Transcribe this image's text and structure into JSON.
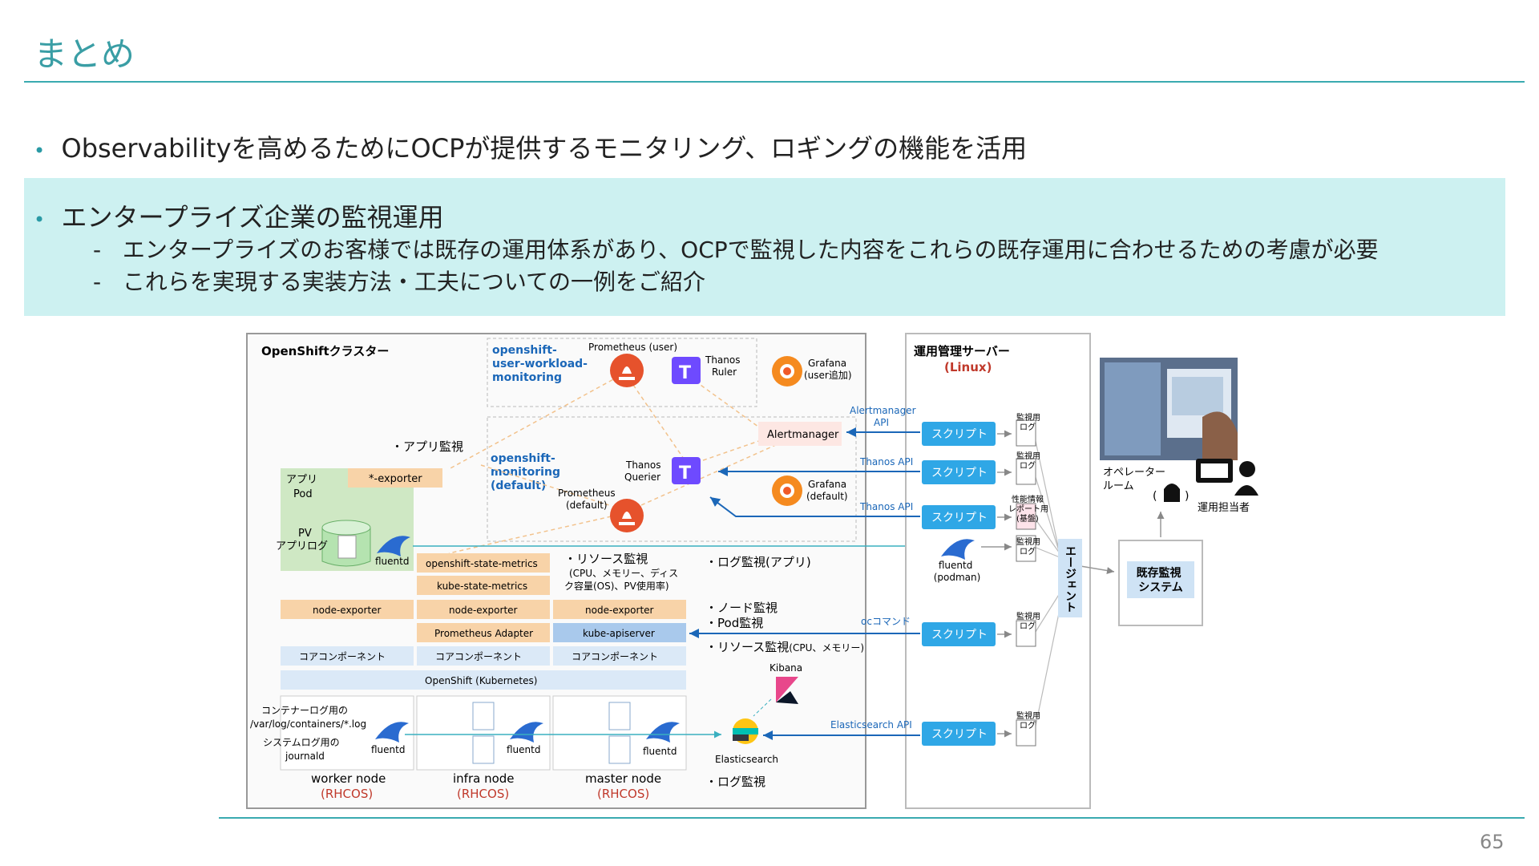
{
  "page": {
    "title": "まとめ",
    "page_number": "65"
  },
  "bullets": {
    "b1": "Observabilityを高めるためにOCPが提供するモニタリング、ロギングの機能を活用",
    "b2": "エンタープライズ企業の監視運用",
    "b2_subs": [
      "エンタープライズのお客様では既存の運用体系があり、OCPで監視した内容をこれらの既存運用に合わせるための考慮が必要",
      "これらを実現する実装方法・工夫についての一例をご紹介"
    ]
  },
  "diagram": {
    "cluster_title": "OpenShiftクラスター",
    "uwm_label": [
      "openshift-",
      "user-workload-",
      "monitoring"
    ],
    "mon_label": [
      "openshift-",
      "monitoring",
      "(default)"
    ],
    "prom_user": "Prometheus (user)",
    "thanos_ruler": [
      "Thanos",
      "Ruler"
    ],
    "grafana_user": [
      "Grafana",
      "(user追加)"
    ],
    "alertmanager": "Alertmanager",
    "thanos_querier": [
      "Thanos",
      "Querier"
    ],
    "grafana_default": [
      "Grafana",
      "(default)"
    ],
    "prom_default": [
      "Prometheus",
      "(default)"
    ],
    "app_monitor": "・アプリ監視",
    "app_pod": [
      "アプリ",
      "Pod"
    ],
    "exporter": "*-exporter",
    "pv_applog": [
      "PV",
      "アプリログ"
    ],
    "fluentd": "fluentd",
    "components": {
      "osm": "openshift-state-metrics",
      "ksm": "kube-state-metrics",
      "ne1": "node-exporter",
      "ne2": "node-exporter",
      "ne3": "node-exporter",
      "pa": "Prometheus Adapter",
      "kapi": "kube-apiserver",
      "core1": "コアコンポーネント",
      "core2": "コアコンポーネント",
      "core3": "コアコンポーネント",
      "k8s": "OpenShift (Kubernetes)"
    },
    "resource_monitor": [
      "・リソース監視",
      "(CPU、メモリー、ディス",
      "ク容量(OS)、PV使用率)"
    ],
    "log_app_monitor": "・ログ監視(アプリ)",
    "node_monitor": "・ノード監視",
    "pod_monitor": "・Pod監視",
    "resource_monitor2": "・リソース監視",
    "resource_monitor2_small": "(CPU、メモリー)",
    "container_log": [
      "コンテナーログ用の",
      "/var/log/containers/*.log",
      "システムログ用の",
      "journald"
    ],
    "nodes": [
      {
        "name": "worker node",
        "os": "(RHCOS)"
      },
      {
        "name": "infra node",
        "os": "(RHCOS)"
      },
      {
        "name": "master node",
        "os": "(RHCOS)"
      }
    ],
    "kibana": "Kibana",
    "elasticsearch": "Elasticsearch",
    "log_monitor": "・ログ監視",
    "ops_server_title": "運用管理サーバー",
    "ops_server_os": "(Linux)",
    "api_labels": {
      "alertmanager_api": [
        "Alertmanager",
        "API"
      ],
      "thanos_api_1": "Thanos API",
      "thanos_api_2": "Thanos API",
      "oc_command": "ocコマンド",
      "es_api": "Elasticsearch API"
    },
    "script": "スクリプト",
    "log_doc": [
      "監視用",
      "ログ"
    ],
    "perf_doc": [
      "性能情報",
      "レポート用",
      "(基盤)"
    ],
    "fluentd_podman": [
      "fluentd",
      "(podman)"
    ],
    "agent": "エージェント",
    "existing_system": [
      "既存監視",
      "システム"
    ],
    "operator_room": [
      "オペレーター",
      "ルーム"
    ],
    "operator": "運用担当者"
  },
  "colors": {
    "accent": "#3a9ea5",
    "band": "#cdf1f1",
    "script_blue": "#2fa7e6",
    "api_blue": "#1b67b8",
    "os_red": "#c0392b",
    "orange_box": "#f8d3a8",
    "blue_box": "#a9c9ec",
    "light_blue_box": "#dbe9f7",
    "green_box": "#cfe8c4"
  }
}
